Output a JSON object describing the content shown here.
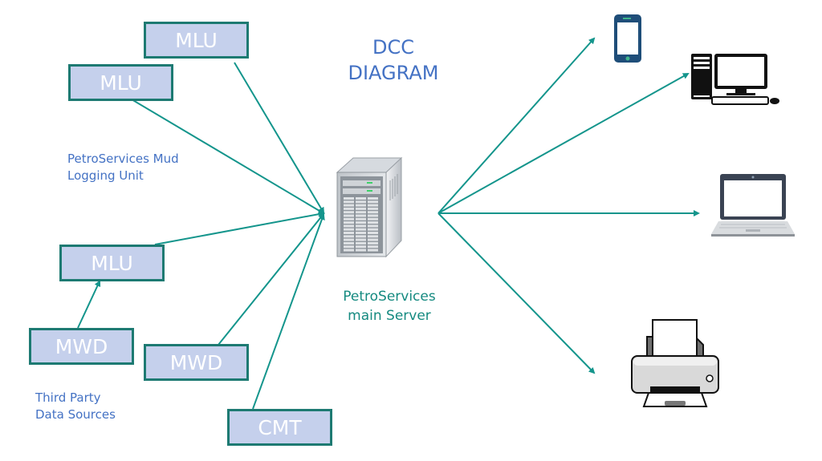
{
  "title": {
    "line1": "DCC",
    "line2": "DIAGRAM"
  },
  "colors": {
    "node_fill": "#c5d0ec",
    "node_border": "#1d7a72",
    "connector": "#14958c",
    "label_text": "#4472c4",
    "server_text": "#158a80"
  },
  "sources": [
    {
      "id": "mlu-1",
      "label": "MLU"
    },
    {
      "id": "mlu-2",
      "label": "MLU"
    },
    {
      "id": "mlu-3",
      "label": "MLU"
    },
    {
      "id": "mwd-1",
      "label": "MWD"
    },
    {
      "id": "mwd-2",
      "label": "MWD"
    },
    {
      "id": "cmt-1",
      "label": "CMT"
    }
  ],
  "group_labels": {
    "mud_logging": {
      "line1": "PetroServices Mud",
      "line2": "Logging Unit"
    },
    "third_party": {
      "line1": "Third Party",
      "line2": "Data Sources"
    }
  },
  "server": {
    "icon": "server-icon",
    "line1": "PetroServices",
    "line2": "main Server"
  },
  "outputs": [
    {
      "id": "phone",
      "icon": "smartphone-icon"
    },
    {
      "id": "desktop",
      "icon": "desktop-computer-icon"
    },
    {
      "id": "laptop",
      "icon": "laptop-icon"
    },
    {
      "id": "printer",
      "icon": "printer-icon"
    }
  ],
  "connections": [
    {
      "from": "mlu-1",
      "to": "server"
    },
    {
      "from": "mlu-2",
      "to": "server"
    },
    {
      "from": "mlu-3",
      "to": "server"
    },
    {
      "from": "mwd-1",
      "to": "mlu-3"
    },
    {
      "from": "mwd-2",
      "to": "server"
    },
    {
      "from": "cmt-1",
      "to": "server"
    },
    {
      "from": "server",
      "to": "phone"
    },
    {
      "from": "server",
      "to": "desktop"
    },
    {
      "from": "server",
      "to": "laptop"
    },
    {
      "from": "server",
      "to": "printer"
    }
  ]
}
